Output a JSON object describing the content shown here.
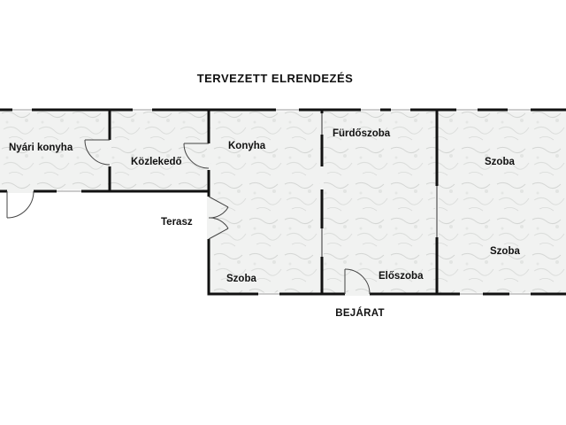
{
  "title": "TERVEZETT ELRENDEZÉS",
  "entrance_label": "BEJÁRAT",
  "rooms": {
    "nyari_konyha": "Nyári konyha",
    "kozlekedo": "Közlekedő",
    "konyha": "Konyha",
    "furdoszoba": "Fürdőszoba",
    "szoba_right_top": "Szoba",
    "terasz": "Terasz",
    "szoba_bottom": "Szoba",
    "eloszoba": "Előszoba",
    "szoba_right_bottom": "Szoba"
  },
  "colors": {
    "wall": "#111111",
    "floor": "#f1f2f1",
    "floor_pattern": "#d9dbd9",
    "window": "#8a8a8a",
    "door": "#555555"
  }
}
